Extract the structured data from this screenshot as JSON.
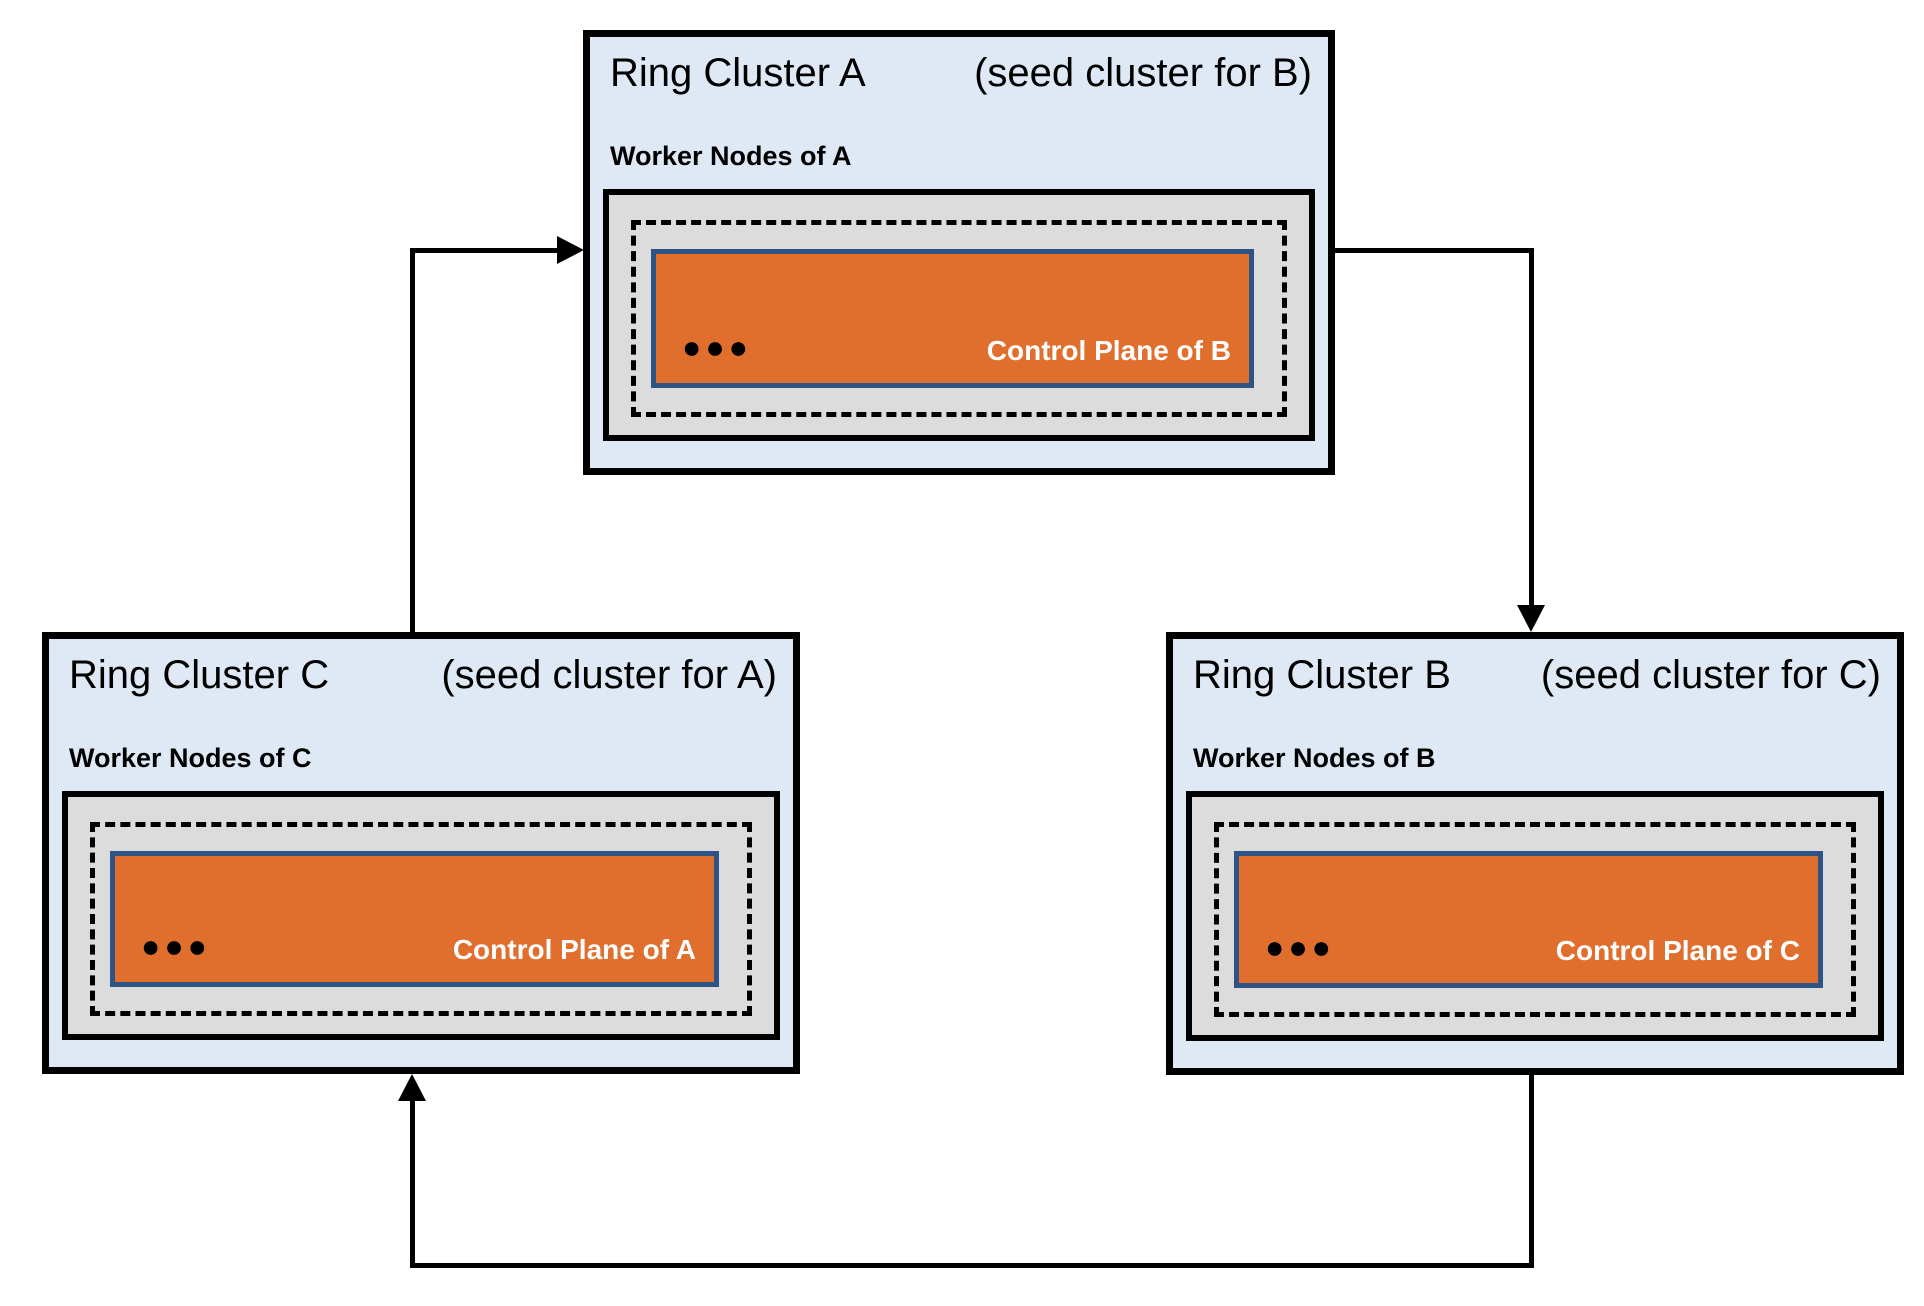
{
  "diagram": {
    "clusters": [
      {
        "name": "Ring Cluster A",
        "seed_note": "(seed cluster for B)",
        "worker_label": "Worker Nodes of A",
        "control_plane_label": "Control Plane of B",
        "dots": "●●●"
      },
      {
        "name": "Ring Cluster B",
        "seed_note": "(seed cluster for C)",
        "worker_label": "Worker Nodes of B",
        "control_plane_label": "Control Plane of C",
        "dots": "●●●"
      },
      {
        "name": "Ring Cluster C",
        "seed_note": "(seed cluster for A)",
        "worker_label": "Worker Nodes of C",
        "control_plane_label": "Control Plane of A",
        "dots": "●●●"
      }
    ],
    "colors": {
      "cluster_bg": "#DEE9F5",
      "cluster_border": "#000000",
      "worker_box_bg": "#DCDCDC",
      "control_plane_bg": "#E06E2D",
      "control_plane_border": "#2E5385",
      "line": "#000000",
      "title_text": "#000000",
      "control_plane_text": "#FFFFFF"
    }
  }
}
